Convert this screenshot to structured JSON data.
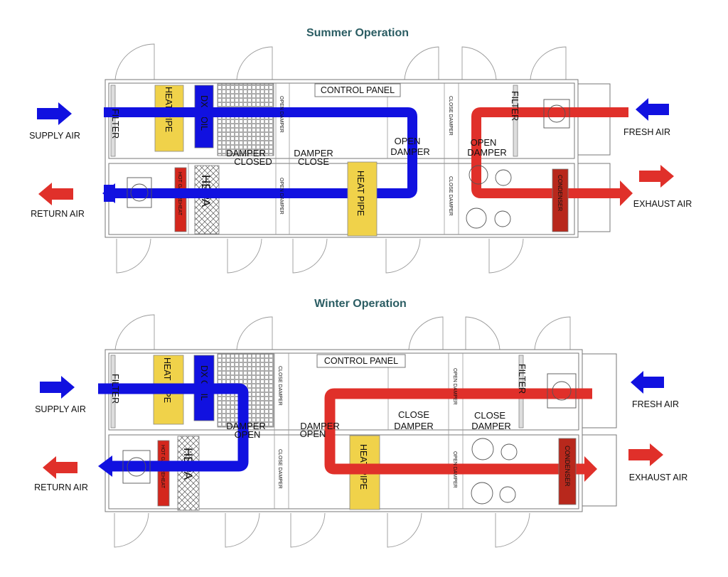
{
  "colors": {
    "supply_blue": "#1111e0",
    "exhaust_red": "#e0302a",
    "heat_pipe_yellow": "#f0d24a",
    "reheat_red": "#d4271d",
    "condenser_red": "#b8281c",
    "title_teal": "#2b5d63"
  },
  "summer": {
    "title": "Summer Operation",
    "supply_air": "SUPPLY AIR",
    "return_air": "RETURN AIR",
    "fresh_air": "FRESH AIR",
    "exhaust_air": "EXHAUST AIR",
    "control_panel": "CONTROL PANEL",
    "filter_left": "FILTER",
    "filter_right": "FILTER",
    "heat_pipe_top": "HEAT PIPE",
    "dx_coil": "DX COIL",
    "hot_gas_reheat": "HOT GAS REHEAT",
    "hepa": "HEPA",
    "heat_pipe_bottom": "HEAT PIPE",
    "condenser": "CONDENSER",
    "damper_closed_1": "DAMPER",
    "damper_closed_2": "CLOSED",
    "damper_close_1": "DAMPER",
    "damper_close_2": "CLOSE",
    "open_damper_mid_1": "OPEN",
    "open_damper_mid_2": "DAMPER",
    "open_damper_right_1": "OPEN",
    "open_damper_right_2": "DAMPER",
    "vert_open_damper_top": "OPEN DAMPER",
    "vert_open_damper_bottom": "OPEN DAMPER",
    "vert_close_damper_top": "CLOSE DAMPER",
    "vert_close_damper_bottom": "CLOSE DAMPER"
  },
  "winter": {
    "title": "Winter Operation",
    "supply_air": "SUPPLY AIR",
    "return_air": "RETURN AIR",
    "fresh_air": "FRESH AIR",
    "exhaust_air": "EXHAUST AIR",
    "control_panel": "CONTROL PANEL",
    "filter_left": "FILTER",
    "filter_right": "FILTER",
    "heat_pipe_top": "HEAT PIPE",
    "dx_coil": "DX COIL",
    "hot_gas_reheat": "HOT GAS REHEAT",
    "hepa": "HEPA",
    "heat_pipe_bottom": "HEAT PIPE",
    "condenser": "CONDENSER",
    "damper_open_a1": "DAMPER",
    "damper_open_a2": "OPEN",
    "damper_open_b1": "DAMPER",
    "damper_open_b2": "OPEN",
    "close_damper_mid_1": "CLOSE",
    "close_damper_mid_2": "DAMPER",
    "close_damper_right_1": "CLOSE",
    "close_damper_right_2": "DAMPER",
    "vert_close_damper_top": "CLOSE DAMPER",
    "vert_close_damper_bottom": "CLOSE DAMPER",
    "vert_open_damper_top": "OPEN DAMPER",
    "vert_open_damper_bottom": "OPEN DAMPER"
  }
}
